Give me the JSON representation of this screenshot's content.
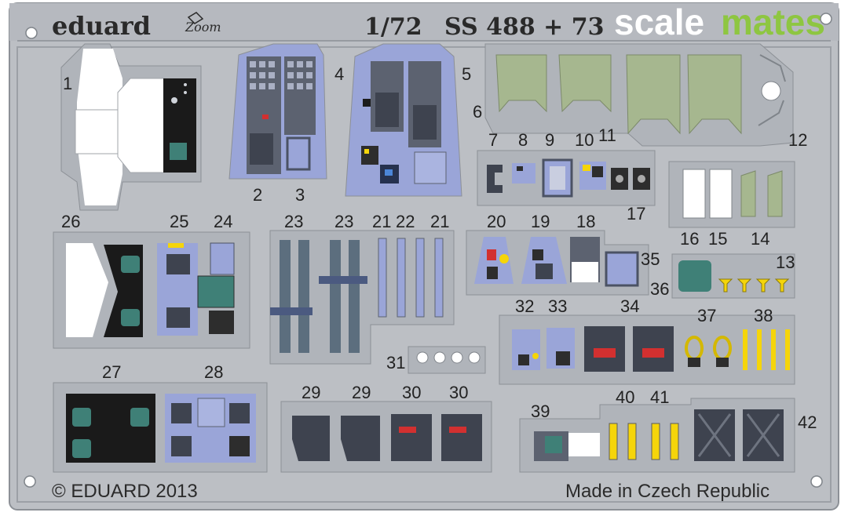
{
  "header": {
    "brand": "eduard",
    "sub_brand": "Zoom",
    "scale": "1/72",
    "set_code": "SS 488 + 73"
  },
  "watermark": {
    "part1": "scale",
    "part2": "mates"
  },
  "part_numbers": [
    "1",
    "2",
    "3",
    "4",
    "5",
    "6",
    "7",
    "8",
    "9",
    "10",
    "11",
    "12",
    "13",
    "14",
    "15",
    "16",
    "17",
    "18",
    "19",
    "20",
    "21",
    "22",
    "21",
    "23",
    "23",
    "24",
    "25",
    "26",
    "27",
    "28",
    "29",
    "29",
    "30",
    "30",
    "31",
    "32",
    "33",
    "34",
    "35",
    "36",
    "37",
    "38",
    "39",
    "40",
    "41",
    "42"
  ],
  "footer": {
    "copyright": "© EDUARD 2013",
    "origin": "Made in Czech Republic"
  },
  "colors": {
    "fret": "#bcbfc4",
    "panel": "#9aa5d8",
    "green": "#a6b78f",
    "black": "#1a1a1a",
    "teal": "#3f8077",
    "red": "#d23030",
    "yellow": "#f5d50a"
  }
}
